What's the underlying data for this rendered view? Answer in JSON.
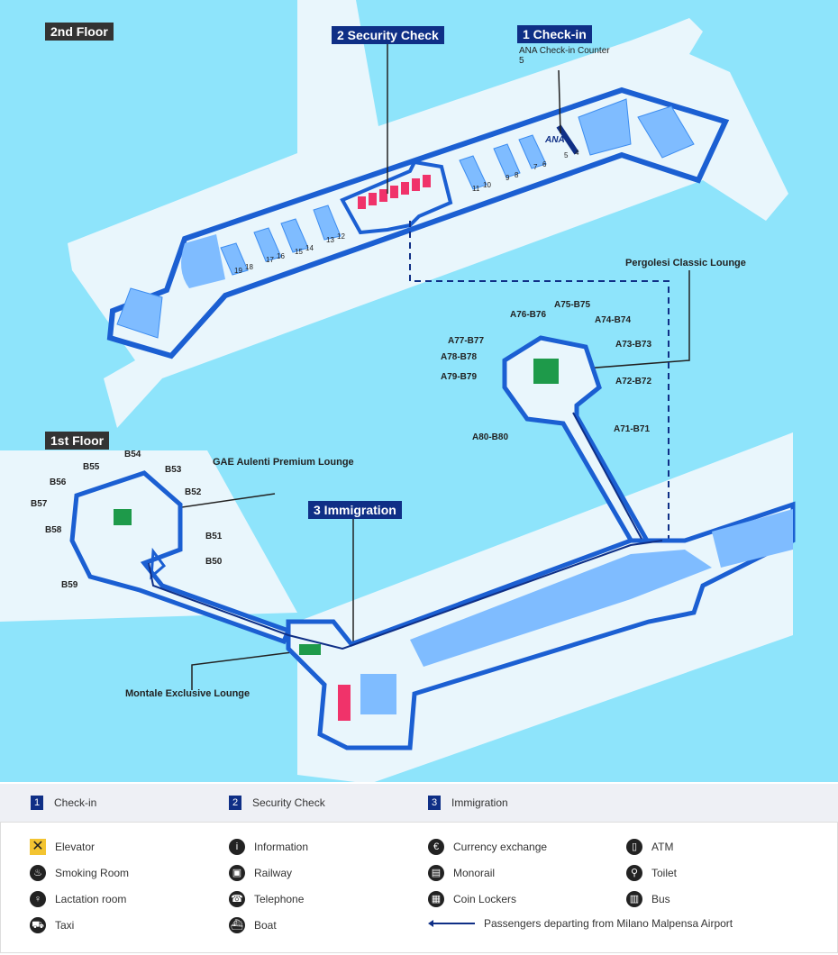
{
  "colors": {
    "water": "#8ee4fb",
    "land": "#e9f6fc",
    "wall": "#1b5fd2",
    "block": "#7fbcff",
    "security": "#f0336a",
    "lounge": "#1e9a4a",
    "navy": "#0f2f86"
  },
  "floors": {
    "second": "2nd Floor",
    "first": "1st Floor"
  },
  "callouts": {
    "security": "2 Security Check",
    "checkin": "1 Check-in",
    "ana_counter": "ANA Check-in Counter",
    "ana_counter_num": "5",
    "ana_logo": "ANA",
    "immigration": "3 Immigration",
    "pergolesi": "Pergolesi Classic Lounge",
    "gae": "GAE Aulenti Premium Lounge",
    "montale": "Montale Exclusive Lounge"
  },
  "counters": [
    "19",
    "18",
    "17",
    "16",
    "15",
    "14",
    "13",
    "12",
    "11",
    "10",
    "9",
    "8",
    "7",
    "6",
    "5",
    "4"
  ],
  "gates_a": [
    "A75-B75",
    "A76-B76",
    "A74-B74",
    "A73-B73",
    "A77-B77",
    "A78-B78",
    "A79-B79",
    "A72-B72",
    "A71-B71",
    "A80-B80"
  ],
  "gates_b": [
    "B54",
    "B55",
    "B53",
    "B56",
    "B52",
    "B57",
    "B58",
    "B51",
    "B50",
    "B59"
  ],
  "steps": [
    {
      "n": "1",
      "label": "Check-in"
    },
    {
      "n": "2",
      "label": "Security Check"
    },
    {
      "n": "3",
      "label": "Immigration"
    }
  ],
  "legend": [
    {
      "icon": "elevator-icon",
      "glyph": "✕",
      "label": "Elevator"
    },
    {
      "icon": "information-icon",
      "glyph": "i",
      "label": "Information"
    },
    {
      "icon": "currency-exchange-icon",
      "glyph": "€",
      "label": "Currency exchange"
    },
    {
      "icon": "atm-icon",
      "glyph": "▯",
      "label": "ATM"
    },
    {
      "icon": "smoking-room-icon",
      "glyph": "♨",
      "label": "Smoking Room"
    },
    {
      "icon": "railway-icon",
      "glyph": "▣",
      "label": "Railway"
    },
    {
      "icon": "monorail-icon",
      "glyph": "▤",
      "label": "Monorail"
    },
    {
      "icon": "toilet-icon",
      "glyph": "⚲",
      "label": "Toilet"
    },
    {
      "icon": "lactation-room-icon",
      "glyph": "♀",
      "label": "Lactation room"
    },
    {
      "icon": "telephone-icon",
      "glyph": "☎",
      "label": "Telephone"
    },
    {
      "icon": "coin-lockers-icon",
      "glyph": "▦",
      "label": "Coin Lockers"
    },
    {
      "icon": "bus-icon",
      "glyph": "▥",
      "label": "Bus"
    },
    {
      "icon": "taxi-icon",
      "glyph": "⛟",
      "label": "Taxi"
    },
    {
      "icon": "boat-icon",
      "glyph": "⛴",
      "label": "Boat"
    }
  ],
  "route_legend": "Passengers departing from Milano Malpensa Airport"
}
